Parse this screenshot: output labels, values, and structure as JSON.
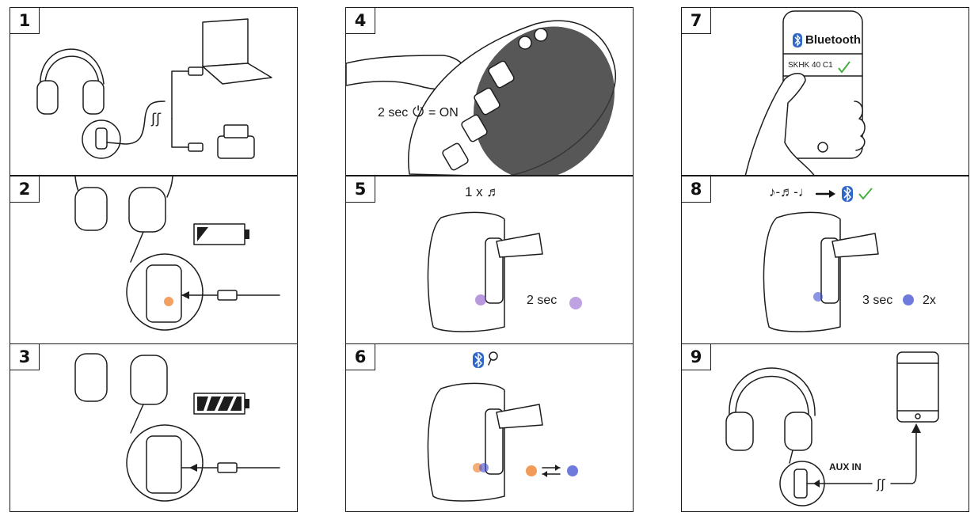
{
  "steps": [
    {
      "number": "1"
    },
    {
      "number": "2"
    },
    {
      "number": "3"
    },
    {
      "number": "4",
      "power_label": "2 sec",
      "power_state": "= ON"
    },
    {
      "number": "5",
      "press_label": "1 x ♬",
      "led_label": "2 sec"
    },
    {
      "number": "6"
    },
    {
      "number": "7",
      "bt_title": "Bluetooth",
      "device_name": "SKHK 40 C1"
    },
    {
      "number": "8",
      "led_label": "3 sec",
      "blink_count": "2x"
    },
    {
      "number": "9",
      "aux_label": "AUX IN"
    }
  ],
  "port_label": "AUX IN",
  "battery_levels": {
    "step2": 0.15,
    "step3": 1.0
  },
  "colors": {
    "bluetooth_blue": "#2f67c9",
    "led_purple": "#8a55c8",
    "led_blue": "#3f4fd0",
    "led_orange": "#f08a3c",
    "check_green": "#45b040",
    "line": "#1d1d1d"
  }
}
